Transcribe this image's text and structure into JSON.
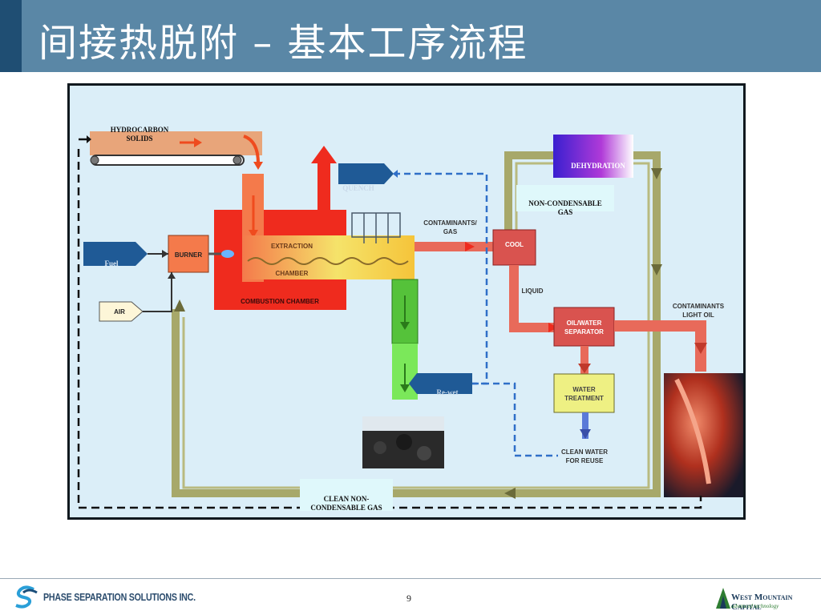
{
  "slide": {
    "title": "间接热脱附 – 基本工序流程",
    "page_number": "9"
  },
  "diagram": {
    "labels": {
      "hydrocarbon_solids": [
        "HYDROCARBON",
        "SOLIDS"
      ],
      "dehydration": "DEHYDRATION",
      "quench": "QUENCH",
      "non_condensable_gas": [
        "NON-CONDENSABLE",
        "GAS"
      ],
      "fuel": "Fuel",
      "burner": "BURNER",
      "air": "AIR",
      "extraction": "EXTRACTION",
      "chamber": "CHAMBER",
      "combustion_chamber": "COMBUSTION CHAMBER",
      "contaminants_gas": [
        "CONTAMINANTS/",
        "GAS"
      ],
      "cool": "COOL",
      "liquid": "LIQUID",
      "oil_water_separator": [
        "OIL/WATER",
        "SEPARATOR"
      ],
      "contaminants_light_oil": [
        "CONTAMINANTS",
        "LIGHT OIL"
      ],
      "water_treatment": [
        "WATER",
        "TREATMENT"
      ],
      "clean_water": [
        "CLEAN WATER",
        "FOR REUSE"
      ],
      "re_wet": "Re-wet",
      "clean_non_condensable_gas": [
        "CLEAN NON-",
        "CONDENSABLE GAS"
      ]
    },
    "colors": {
      "background": "#dbeef8",
      "combustion": "#ef2b1e",
      "chamber": "#f47a4b",
      "extraction_yellow": "#f5e36a",
      "olive_loop": "#a7a86a",
      "green_solids": "#66e04a",
      "blue_input": "#1f5a96",
      "cool_box": "#d9534f",
      "water_treatment": "#eef083"
    }
  },
  "footer": {
    "left_logo": "PHASE SEPARATION SOLUTIONS INC.",
    "right_logo": "West Mountain Capital",
    "right_logo_sub": "advanced technology"
  }
}
